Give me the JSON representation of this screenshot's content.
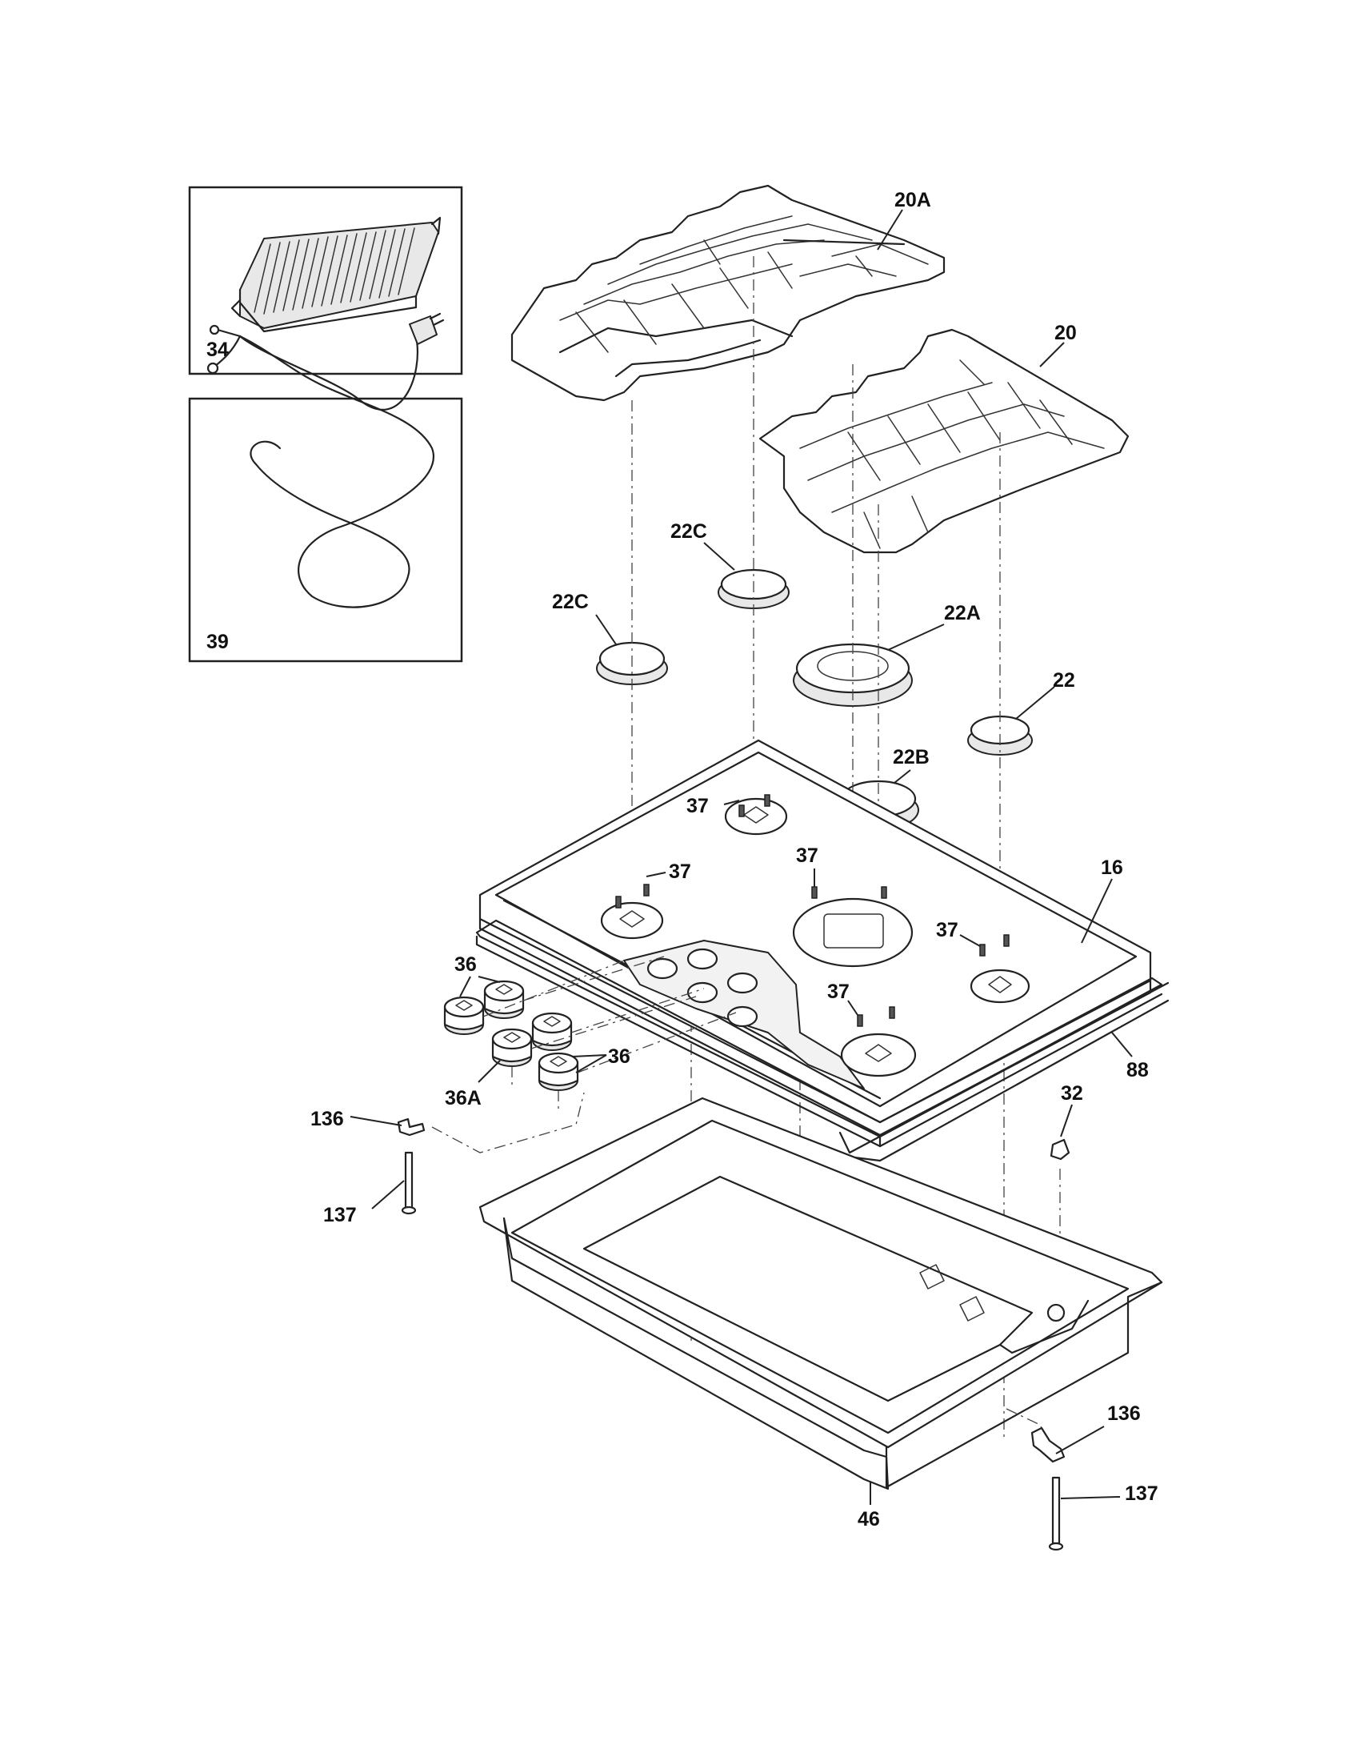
{
  "diagram": {
    "labels": {
      "p20a": "20A",
      "p20": "20",
      "p34": "34",
      "p39": "39",
      "p22c_right": "22C",
      "p22c_left": "22C",
      "p22a": "22A",
      "p22": "22",
      "p22b": "22B",
      "p37_a": "37",
      "p37_b": "37",
      "p37_c": "37",
      "p37_d": "37",
      "p37_e": "37",
      "p16": "16",
      "p36_top": "36",
      "p36_right": "36",
      "p36a": "36A",
      "p88": "88",
      "p136_left": "136",
      "p137_left": "137",
      "p32": "32",
      "p136_right": "136",
      "p137_right": "137",
      "p46": "46"
    }
  }
}
